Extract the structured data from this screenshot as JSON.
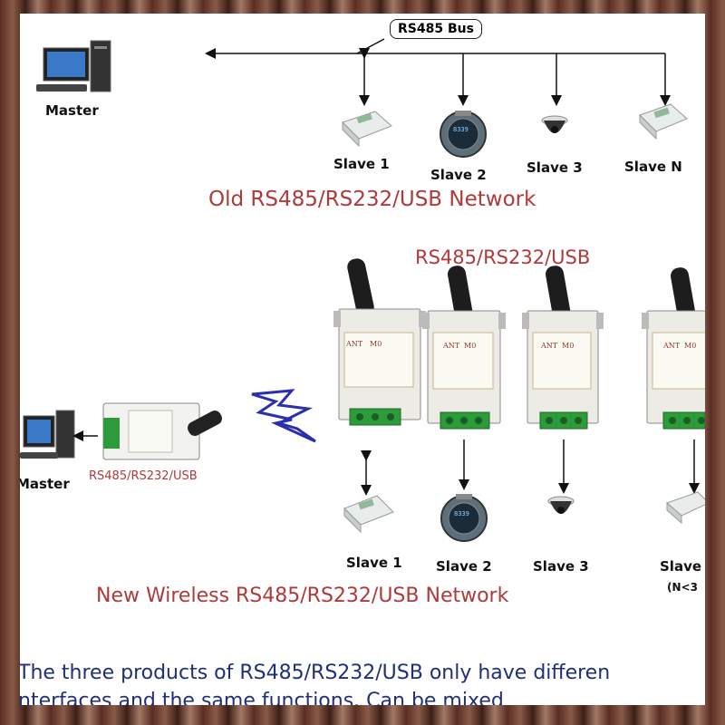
{
  "bus_label": "RS485 Bus",
  "old_network": {
    "master_label": "Master",
    "slaves": [
      "Slave 1",
      "Slave 2",
      "Slave 3",
      "Slave N"
    ],
    "caption": "Old RS485/RS232/USB Network"
  },
  "new_network": {
    "interface_label": "RS485/RS232/USB",
    "master_label": "Master",
    "master_module_label": "RS485/RS232/USB",
    "module_ant_label": "ANT",
    "module_m0_label": "M0",
    "slaves": [
      "Slave 1",
      "Slave 2",
      "Slave 3",
      "Slave"
    ],
    "slave_n_note": "(N<3",
    "caption": "New Wireless RS485/RS232/USB Network"
  },
  "gauge_readout": "8339",
  "note_lines": [
    "The three products of RS485/RS232/USB only have differen",
    "nterfaces and the same functions. Can be mixed"
  ],
  "colors": {
    "caption_red": "#b03a3a",
    "note_blue": "#1f2f7a",
    "terminal_green": "#2e9b3a",
    "bolt_blue": "#2a2fb0"
  }
}
